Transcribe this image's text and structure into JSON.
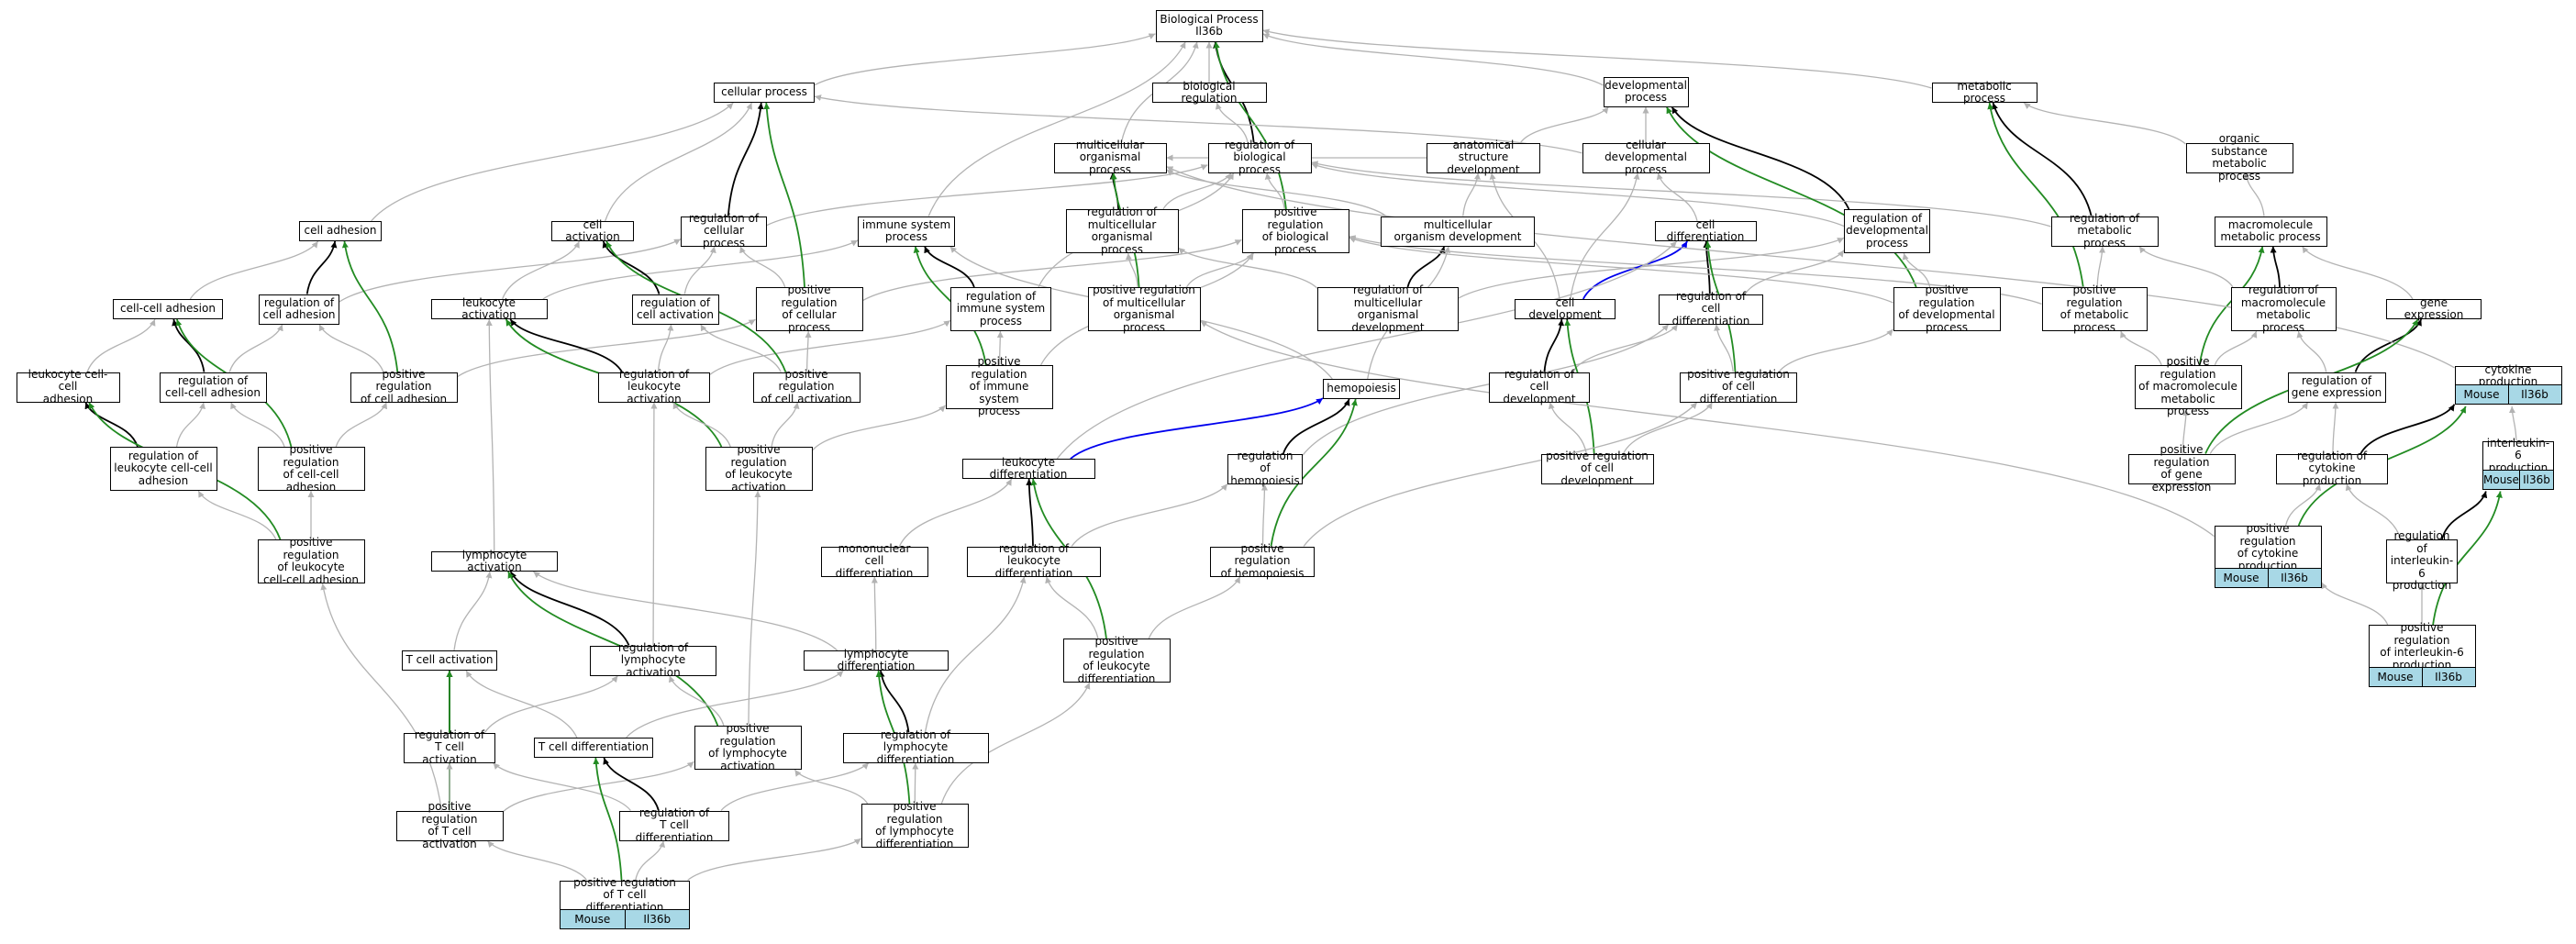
{
  "graph": {
    "root_label": "Biological Process\nIl36b",
    "nodes": [
      {
        "id": "root",
        "label": "Biological Process\nIl36b"
      },
      {
        "id": "cp",
        "label": "cellular process"
      },
      {
        "id": "br",
        "label": "biological regulation"
      },
      {
        "id": "dp",
        "label": "developmental\nprocess"
      },
      {
        "id": "mp",
        "label": "metabolic process"
      },
      {
        "id": "mop",
        "label": "multicellular\norganismal process"
      },
      {
        "id": "rbp",
        "label": "regulation of\nbiological process"
      },
      {
        "id": "asd",
        "label": "anatomical structure\ndevelopment"
      },
      {
        "id": "cdp",
        "label": "cellular developmental\nprocess"
      },
      {
        "id": "osmp",
        "label": "organic substance\nmetabolic process"
      },
      {
        "id": "ca",
        "label": "cell adhesion"
      },
      {
        "id": "cact",
        "label": "cell activation"
      },
      {
        "id": "rcp",
        "label": "regulation of\ncellular process"
      },
      {
        "id": "isp",
        "label": "immune system\nprocess"
      },
      {
        "id": "rmop",
        "label": "regulation of\nmulticellular\norganismal process"
      },
      {
        "id": "prbp",
        "label": "positive regulation\nof biological\nprocess"
      },
      {
        "id": "mod",
        "label": "multicellular\norganism development"
      },
      {
        "id": "cdiff",
        "label": "cell differentiation"
      },
      {
        "id": "rdp",
        "label": "regulation of\ndevelopmental\nprocess"
      },
      {
        "id": "rmp",
        "label": "regulation of\nmetabolic process"
      },
      {
        "id": "mmp",
        "label": "macromolecule\nmetabolic process"
      },
      {
        "id": "cca",
        "label": "cell-cell adhesion"
      },
      {
        "id": "rca",
        "label": "regulation of\ncell adhesion"
      },
      {
        "id": "la",
        "label": "leukocyte activation"
      },
      {
        "id": "rcact",
        "label": "regulation of\ncell activation"
      },
      {
        "id": "prcp",
        "label": "positive regulation\nof cellular\nprocess"
      },
      {
        "id": "risp",
        "label": "regulation of\nimmune system\nprocess"
      },
      {
        "id": "prmop",
        "label": "positive regulation\nof multicellular\norganismal process"
      },
      {
        "id": "rmod",
        "label": "regulation of\nmulticellular\norganismal development"
      },
      {
        "id": "cdev",
        "label": "cell development"
      },
      {
        "id": "rcd",
        "label": "regulation of\ncell differentiation"
      },
      {
        "id": "prdp",
        "label": "positive regulation\nof developmental\nprocess"
      },
      {
        "id": "prmp",
        "label": "positive regulation\nof metabolic\nprocess"
      },
      {
        "id": "rmmp",
        "label": "regulation of\nmacromolecule\nmetabolic process"
      },
      {
        "id": "ge",
        "label": "gene expression"
      },
      {
        "id": "lcca",
        "label": "leukocyte cell-cell\nadhesion"
      },
      {
        "id": "rcca",
        "label": "regulation of\ncell-cell adhesion"
      },
      {
        "id": "prca",
        "label": "positive regulation\nof cell adhesion"
      },
      {
        "id": "rla",
        "label": "regulation of\nleukocyte activation"
      },
      {
        "id": "prcact",
        "label": "positive regulation\nof cell activation"
      },
      {
        "id": "prisp",
        "label": "positive regulation\nof immune system\nprocess"
      },
      {
        "id": "hemo",
        "label": "hemopoiesis"
      },
      {
        "id": "rcdev",
        "label": "regulation of\ncell development"
      },
      {
        "id": "prcd",
        "label": "positive regulation\nof cell differentiation"
      },
      {
        "id": "prmmp",
        "label": "positive regulation\nof macromolecule\nmetabolic process"
      },
      {
        "id": "rge",
        "label": "regulation of\ngene expression"
      },
      {
        "id": "cytp",
        "label": "cytokine production"
      },
      {
        "id": "rlcca",
        "label": "regulation of\nleukocyte cell-cell\nadhesion"
      },
      {
        "id": "prcca",
        "label": "positive regulation\nof cell-cell\nadhesion"
      },
      {
        "id": "prla",
        "label": "positive regulation\nof leukocyte\nactivation"
      },
      {
        "id": "ld",
        "label": "leukocyte differentiation"
      },
      {
        "id": "rhemo",
        "label": "regulation of\nhemopoiesis"
      },
      {
        "id": "prcdev",
        "label": "positive regulation\nof cell development"
      },
      {
        "id": "prge",
        "label": "positive regulation\nof gene expression"
      },
      {
        "id": "rcytp",
        "label": "regulation of\ncytokine production"
      },
      {
        "id": "il6p",
        "label": "interleukin-6\nproduction"
      },
      {
        "id": "prlcca",
        "label": "positive regulation\nof leukocyte\ncell-cell adhesion"
      },
      {
        "id": "lymact",
        "label": "lymphocyte activation"
      },
      {
        "id": "mcd",
        "label": "mononuclear\ncell differentiation"
      },
      {
        "id": "rld",
        "label": "regulation of\nleukocyte differentiation"
      },
      {
        "id": "prhemo",
        "label": "positive regulation\nof hemopoiesis"
      },
      {
        "id": "prcytp",
        "label": "positive regulation\nof cytokine\nproduction"
      },
      {
        "id": "ril6p",
        "label": "regulation of\ninterleukin-6\nproduction"
      },
      {
        "id": "tca",
        "label": "T cell activation"
      },
      {
        "id": "rlymact",
        "label": "regulation of\nlymphocyte activation"
      },
      {
        "id": "lymd",
        "label": "lymphocyte differentiation"
      },
      {
        "id": "prld",
        "label": "positive regulation\nof leukocyte\ndifferentiation"
      },
      {
        "id": "pril6p",
        "label": "positive regulation\nof interleukin-6\nproduction"
      },
      {
        "id": "rtca",
        "label": "regulation of\nT cell activation"
      },
      {
        "id": "tcd",
        "label": "T cell differentiation"
      },
      {
        "id": "prlymact",
        "label": "positive regulation\nof lymphocyte\nactivation"
      },
      {
        "id": "rlymd",
        "label": "regulation of\nlymphocyte differentiation"
      },
      {
        "id": "prtca",
        "label": "positive regulation\nof T cell activation"
      },
      {
        "id": "rtcd",
        "label": "regulation of\nT cell differentiation"
      },
      {
        "id": "prlymd",
        "label": "positive regulation\nof lymphocyte\ndifferentiation"
      },
      {
        "id": "prtcd",
        "label": "positive regulation\nof T cell differentiation"
      }
    ],
    "annotations": [
      {
        "node": "cytp",
        "species": "Mouse",
        "gene": "Il36b"
      },
      {
        "node": "il6p",
        "species": "Mouse",
        "gene": "Il36b"
      },
      {
        "node": "prcytp",
        "species": "Mouse",
        "gene": "Il36b"
      },
      {
        "node": "pril6p",
        "species": "Mouse",
        "gene": "Il36b"
      },
      {
        "node": "prtcd",
        "species": "Mouse",
        "gene": "Il36b"
      }
    ],
    "edge_colors": {
      "is_a": "#b3b3b3",
      "regulates": "#000000",
      "positively_regulates": "#228b22",
      "part_of": "#0000ee"
    },
    "annotation_color": "#a8d8e6",
    "edges": [
      [
        "cp",
        "root",
        "is_a"
      ],
      [
        "br",
        "root",
        "is_a"
      ],
      [
        "dp",
        "root",
        "is_a"
      ],
      [
        "mp",
        "root",
        "is_a"
      ],
      [
        "mop",
        "root",
        "is_a"
      ],
      [
        "rbp",
        "root",
        "regulates"
      ],
      [
        "rbp",
        "br",
        "is_a"
      ],
      [
        "prbp",
        "root",
        "positively_regulates"
      ],
      [
        "prbp",
        "rbp",
        "is_a"
      ],
      [
        "asd",
        "dp",
        "is_a"
      ],
      [
        "asd",
        "mop",
        "is_a"
      ],
      [
        "cdp",
        "dp",
        "is_a"
      ],
      [
        "cdp",
        "cp",
        "is_a"
      ],
      [
        "osmp",
        "mp",
        "is_a"
      ],
      [
        "ca",
        "cp",
        "is_a"
      ],
      [
        "cact",
        "cp",
        "is_a"
      ],
      [
        "rcp",
        "cp",
        "regulates"
      ],
      [
        "rcp",
        "rbp",
        "is_a"
      ],
      [
        "isp",
        "root",
        "is_a"
      ],
      [
        "rmop",
        "mop",
        "regulates"
      ],
      [
        "rmop",
        "rbp",
        "is_a"
      ],
      [
        "mod",
        "asd",
        "is_a"
      ],
      [
        "mod",
        "mop",
        "is_a"
      ],
      [
        "cdiff",
        "cdp",
        "is_a"
      ],
      [
        "rdp",
        "dp",
        "regulates"
      ],
      [
        "rdp",
        "rbp",
        "is_a"
      ],
      [
        "rmp",
        "mp",
        "regulates"
      ],
      [
        "rmp",
        "rbp",
        "is_a"
      ],
      [
        "mmp",
        "osmp",
        "is_a"
      ],
      [
        "cca",
        "ca",
        "is_a"
      ],
      [
        "rca",
        "ca",
        "regulates"
      ],
      [
        "rca",
        "rcp",
        "is_a"
      ],
      [
        "la",
        "cact",
        "is_a"
      ],
      [
        "la",
        "isp",
        "is_a"
      ],
      [
        "rcact",
        "cact",
        "regulates"
      ],
      [
        "rcact",
        "rcp",
        "is_a"
      ],
      [
        "prcp",
        "cp",
        "positively_regulates"
      ],
      [
        "prcp",
        "rcp",
        "is_a"
      ],
      [
        "prcp",
        "prbp",
        "is_a"
      ],
      [
        "risp",
        "isp",
        "regulates"
      ],
      [
        "risp",
        "rbp",
        "is_a"
      ],
      [
        "prmop",
        "mop",
        "positively_regulates"
      ],
      [
        "prmop",
        "rmop",
        "is_a"
      ],
      [
        "prmop",
        "prbp",
        "is_a"
      ],
      [
        "rmod",
        "mod",
        "regulates"
      ],
      [
        "rmod",
        "rmop",
        "is_a"
      ],
      [
        "rmod",
        "rdp",
        "is_a"
      ],
      [
        "cdev",
        "cdiff",
        "part_of"
      ],
      [
        "cdev",
        "asd",
        "is_a"
      ],
      [
        "cdev",
        "cdp",
        "is_a"
      ],
      [
        "rcd",
        "cdiff",
        "regulates"
      ],
      [
        "rcd",
        "rdp",
        "is_a"
      ],
      [
        "prdp",
        "dp",
        "positively_regulates"
      ],
      [
        "prdp",
        "rdp",
        "is_a"
      ],
      [
        "prdp",
        "prbp",
        "is_a"
      ],
      [
        "prmp",
        "mp",
        "positively_regulates"
      ],
      [
        "prmp",
        "rmp",
        "is_a"
      ],
      [
        "prmp",
        "prbp",
        "is_a"
      ],
      [
        "rmmp",
        "mmp",
        "regulates"
      ],
      [
        "rmmp",
        "rmp",
        "is_a"
      ],
      [
        "ge",
        "mmp",
        "is_a"
      ],
      [
        "lcca",
        "cca",
        "is_a"
      ],
      [
        "rcca",
        "cca",
        "regulates"
      ],
      [
        "rcca",
        "rca",
        "is_a"
      ],
      [
        "prca",
        "ca",
        "positively_regulates"
      ],
      [
        "prca",
        "rca",
        "is_a"
      ],
      [
        "prca",
        "prcp",
        "is_a"
      ],
      [
        "rla",
        "la",
        "regulates"
      ],
      [
        "rla",
        "rcact",
        "is_a"
      ],
      [
        "rla",
        "risp",
        "is_a"
      ],
      [
        "prcact",
        "cact",
        "positively_regulates"
      ],
      [
        "prcact",
        "rcact",
        "is_a"
      ],
      [
        "prcact",
        "prcp",
        "is_a"
      ],
      [
        "prisp",
        "isp",
        "positively_regulates"
      ],
      [
        "prisp",
        "risp",
        "is_a"
      ],
      [
        "prisp",
        "prbp",
        "is_a"
      ],
      [
        "hemo",
        "mod",
        "is_a"
      ],
      [
        "hemo",
        "isp",
        "is_a"
      ],
      [
        "rcdev",
        "cdev",
        "regulates"
      ],
      [
        "rcdev",
        "rcd",
        "is_a"
      ],
      [
        "prcd",
        "cdiff",
        "positively_regulates"
      ],
      [
        "prcd",
        "rcd",
        "is_a"
      ],
      [
        "prcd",
        "prdp",
        "is_a"
      ],
      [
        "prmmp",
        "mmp",
        "positively_regulates"
      ],
      [
        "prmmp",
        "rmmp",
        "is_a"
      ],
      [
        "prmmp",
        "prmp",
        "is_a"
      ],
      [
        "rge",
        "ge",
        "regulates"
      ],
      [
        "rge",
        "rmmp",
        "is_a"
      ],
      [
        "cytp",
        "mop",
        "is_a"
      ],
      [
        "rlcca",
        "lcca",
        "regulates"
      ],
      [
        "rlcca",
        "rcca",
        "is_a"
      ],
      [
        "prcca",
        "cca",
        "positively_regulates"
      ],
      [
        "prcca",
        "rcca",
        "is_a"
      ],
      [
        "prcca",
        "prca",
        "is_a"
      ],
      [
        "prla",
        "la",
        "positively_regulates"
      ],
      [
        "prla",
        "rla",
        "is_a"
      ],
      [
        "prla",
        "prcact",
        "is_a"
      ],
      [
        "prla",
        "prisp",
        "is_a"
      ],
      [
        "ld",
        "hemo",
        "part_of"
      ],
      [
        "ld",
        "cdiff",
        "is_a"
      ],
      [
        "rhemo",
        "hemo",
        "regulates"
      ],
      [
        "rhemo",
        "rcd",
        "is_a"
      ],
      [
        "prcdev",
        "cdev",
        "positively_regulates"
      ],
      [
        "prcdev",
        "rcdev",
        "is_a"
      ],
      [
        "prcdev",
        "prcd",
        "is_a"
      ],
      [
        "prge",
        "ge",
        "positively_regulates"
      ],
      [
        "prge",
        "rge",
        "is_a"
      ],
      [
        "prge",
        "prmmp",
        "is_a"
      ],
      [
        "rcytp",
        "cytp",
        "regulates"
      ],
      [
        "rcytp",
        "rge",
        "is_a"
      ],
      [
        "il6p",
        "cytp",
        "is_a"
      ],
      [
        "prlcca",
        "lcca",
        "positively_regulates"
      ],
      [
        "prlcca",
        "rlcca",
        "is_a"
      ],
      [
        "prlcca",
        "prcca",
        "is_a"
      ],
      [
        "lymact",
        "la",
        "is_a"
      ],
      [
        "mcd",
        "ld",
        "is_a"
      ],
      [
        "rld",
        "ld",
        "regulates"
      ],
      [
        "rld",
        "rhemo",
        "is_a"
      ],
      [
        "prhemo",
        "hemo",
        "positively_regulates"
      ],
      [
        "prhemo",
        "rhemo",
        "is_a"
      ],
      [
        "prhemo",
        "prcd",
        "is_a"
      ],
      [
        "prcytp",
        "cytp",
        "positively_regulates"
      ],
      [
        "prcytp",
        "rcytp",
        "is_a"
      ],
      [
        "prcytp",
        "prmop",
        "is_a"
      ],
      [
        "ril6p",
        "il6p",
        "regulates"
      ],
      [
        "ril6p",
        "rcytp",
        "is_a"
      ],
      [
        "tca",
        "lymact",
        "is_a"
      ],
      [
        "rlymact",
        "lymact",
        "regulates"
      ],
      [
        "rlymact",
        "rla",
        "is_a"
      ],
      [
        "lymd",
        "lymact",
        "is_a"
      ],
      [
        "lymd",
        "mcd",
        "is_a"
      ],
      [
        "prld",
        "ld",
        "positively_regulates"
      ],
      [
        "prld",
        "rld",
        "is_a"
      ],
      [
        "prld",
        "prhemo",
        "is_a"
      ],
      [
        "pril6p",
        "il6p",
        "positively_regulates"
      ],
      [
        "pril6p",
        "ril6p",
        "is_a"
      ],
      [
        "pril6p",
        "prcytp",
        "is_a"
      ],
      [
        "rtca",
        "tca",
        "regulates"
      ],
      [
        "rtca",
        "rlymact",
        "is_a"
      ],
      [
        "tcd",
        "tca",
        "is_a"
      ],
      [
        "tcd",
        "lymd",
        "is_a"
      ],
      [
        "prlymact",
        "lymact",
        "positively_regulates"
      ],
      [
        "prlymact",
        "rlymact",
        "is_a"
      ],
      [
        "prlymact",
        "prla",
        "is_a"
      ],
      [
        "rlymd",
        "lymd",
        "regulates"
      ],
      [
        "rlymd",
        "rld",
        "is_a"
      ],
      [
        "prtca",
        "tca",
        "positively_regulates"
      ],
      [
        "prtca",
        "rtca",
        "is_a"
      ],
      [
        "prtca",
        "prlymact",
        "is_a"
      ],
      [
        "prtca",
        "prlcca",
        "is_a"
      ],
      [
        "rtcd",
        "tcd",
        "regulates"
      ],
      [
        "rtcd",
        "rlymd",
        "is_a"
      ],
      [
        "rtcd",
        "rtca",
        "is_a"
      ],
      [
        "prlymd",
        "lymd",
        "positively_regulates"
      ],
      [
        "prlymd",
        "rlymd",
        "is_a"
      ],
      [
        "prlymd",
        "prld",
        "is_a"
      ],
      [
        "prlymd",
        "prlymact",
        "is_a"
      ],
      [
        "prtcd",
        "tcd",
        "positively_regulates"
      ],
      [
        "prtcd",
        "rtcd",
        "is_a"
      ],
      [
        "prtcd",
        "prtca",
        "is_a"
      ],
      [
        "prtcd",
        "prlymd",
        "is_a"
      ]
    ]
  }
}
